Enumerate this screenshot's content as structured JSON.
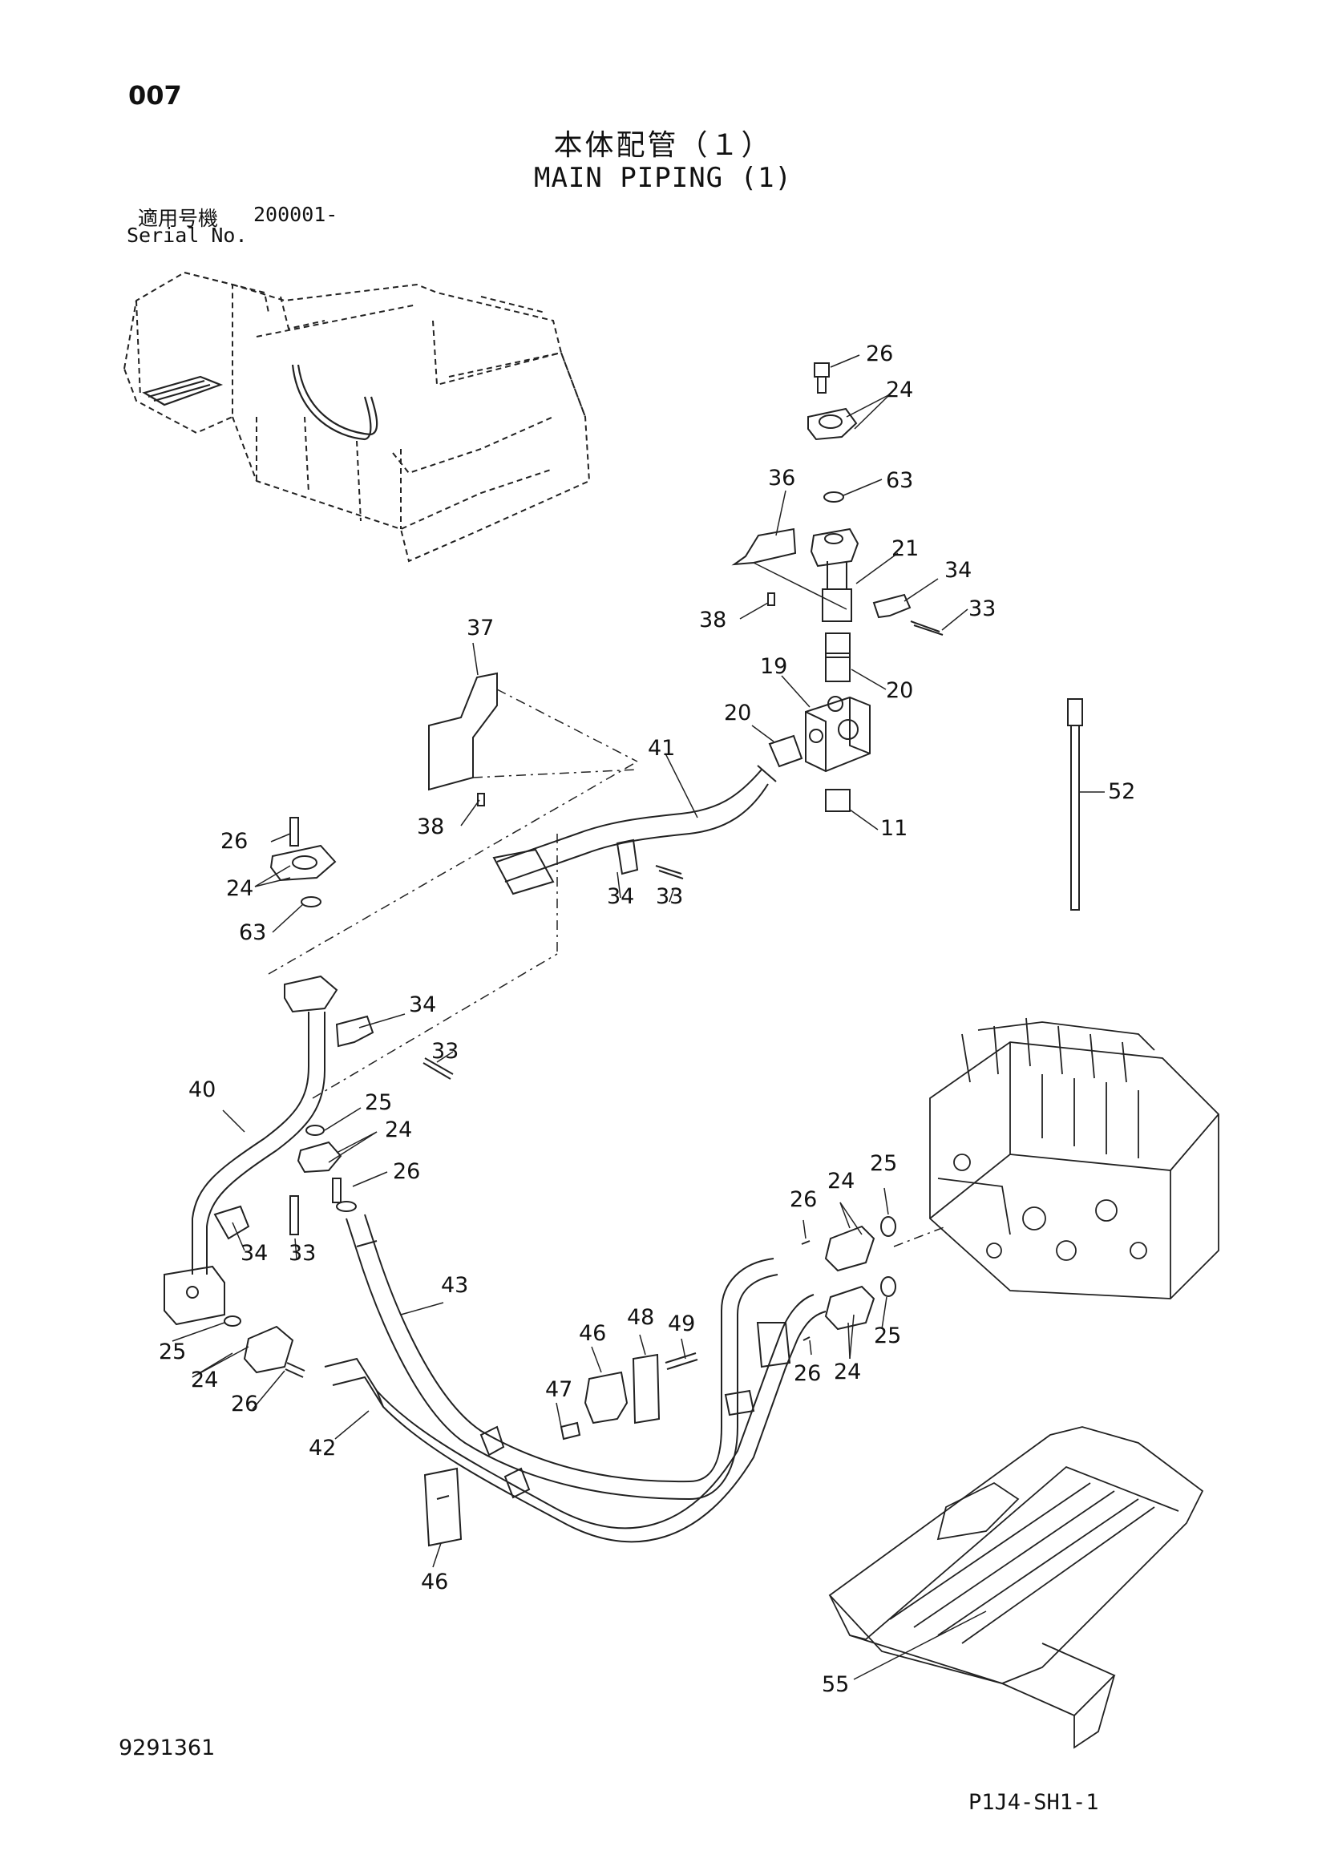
{
  "header": {
    "page_number": "007",
    "title_jp": "本体配管（１）",
    "title_en": "MAIN PIPING (1)",
    "serial_label_jp": "適用号機",
    "serial_value": "200001-",
    "serial_label_en": "Serial No."
  },
  "footer": {
    "doc_number": "9291361",
    "page_code": "P1J4-SH1-1"
  },
  "callouts": [
    {
      "id": "c-26a",
      "label": "26"
    },
    {
      "id": "c-24a",
      "label": "24"
    },
    {
      "id": "c-36",
      "label": "36"
    },
    {
      "id": "c-63a",
      "label": "63"
    },
    {
      "id": "c-21",
      "label": "21"
    },
    {
      "id": "c-34a",
      "label": "34"
    },
    {
      "id": "c-33a",
      "label": "33"
    },
    {
      "id": "c-38a",
      "label": "38"
    },
    {
      "id": "c-19",
      "label": "19"
    },
    {
      "id": "c-20a",
      "label": "20"
    },
    {
      "id": "c-20b",
      "label": "20"
    },
    {
      "id": "c-37",
      "label": "37"
    },
    {
      "id": "c-41",
      "label": "41"
    },
    {
      "id": "c-11",
      "label": "11"
    },
    {
      "id": "c-52",
      "label": "52"
    },
    {
      "id": "c-38b",
      "label": "38"
    },
    {
      "id": "c-26b",
      "label": "26"
    },
    {
      "id": "c-24b",
      "label": "24"
    },
    {
      "id": "c-63b",
      "label": "63"
    },
    {
      "id": "c-34b",
      "label": "34"
    },
    {
      "id": "c-33b",
      "label": "33"
    },
    {
      "id": "c-34c",
      "label": "34"
    },
    {
      "id": "c-33c",
      "label": "33"
    },
    {
      "id": "c-40",
      "label": "40"
    },
    {
      "id": "c-25a",
      "label": "25"
    },
    {
      "id": "c-24c",
      "label": "24"
    },
    {
      "id": "c-26c",
      "label": "26"
    },
    {
      "id": "c-34d",
      "label": "34"
    },
    {
      "id": "c-33d",
      "label": "33"
    },
    {
      "id": "c-43",
      "label": "43"
    },
    {
      "id": "c-24d",
      "label": "24"
    },
    {
      "id": "c-25b",
      "label": "25"
    },
    {
      "id": "c-26d",
      "label": "26"
    },
    {
      "id": "c-25c",
      "label": "25"
    },
    {
      "id": "c-24e",
      "label": "24"
    },
    {
      "id": "c-26e",
      "label": "26"
    },
    {
      "id": "c-46a",
      "label": "46"
    },
    {
      "id": "c-48",
      "label": "48"
    },
    {
      "id": "c-49",
      "label": "49"
    },
    {
      "id": "c-25d",
      "label": "25"
    },
    {
      "id": "c-24f",
      "label": "24"
    },
    {
      "id": "c-26f",
      "label": "26"
    },
    {
      "id": "c-47",
      "label": "47"
    },
    {
      "id": "c-42",
      "label": "42"
    },
    {
      "id": "c-46b",
      "label": "46"
    },
    {
      "id": "c-55",
      "label": "55"
    }
  ]
}
